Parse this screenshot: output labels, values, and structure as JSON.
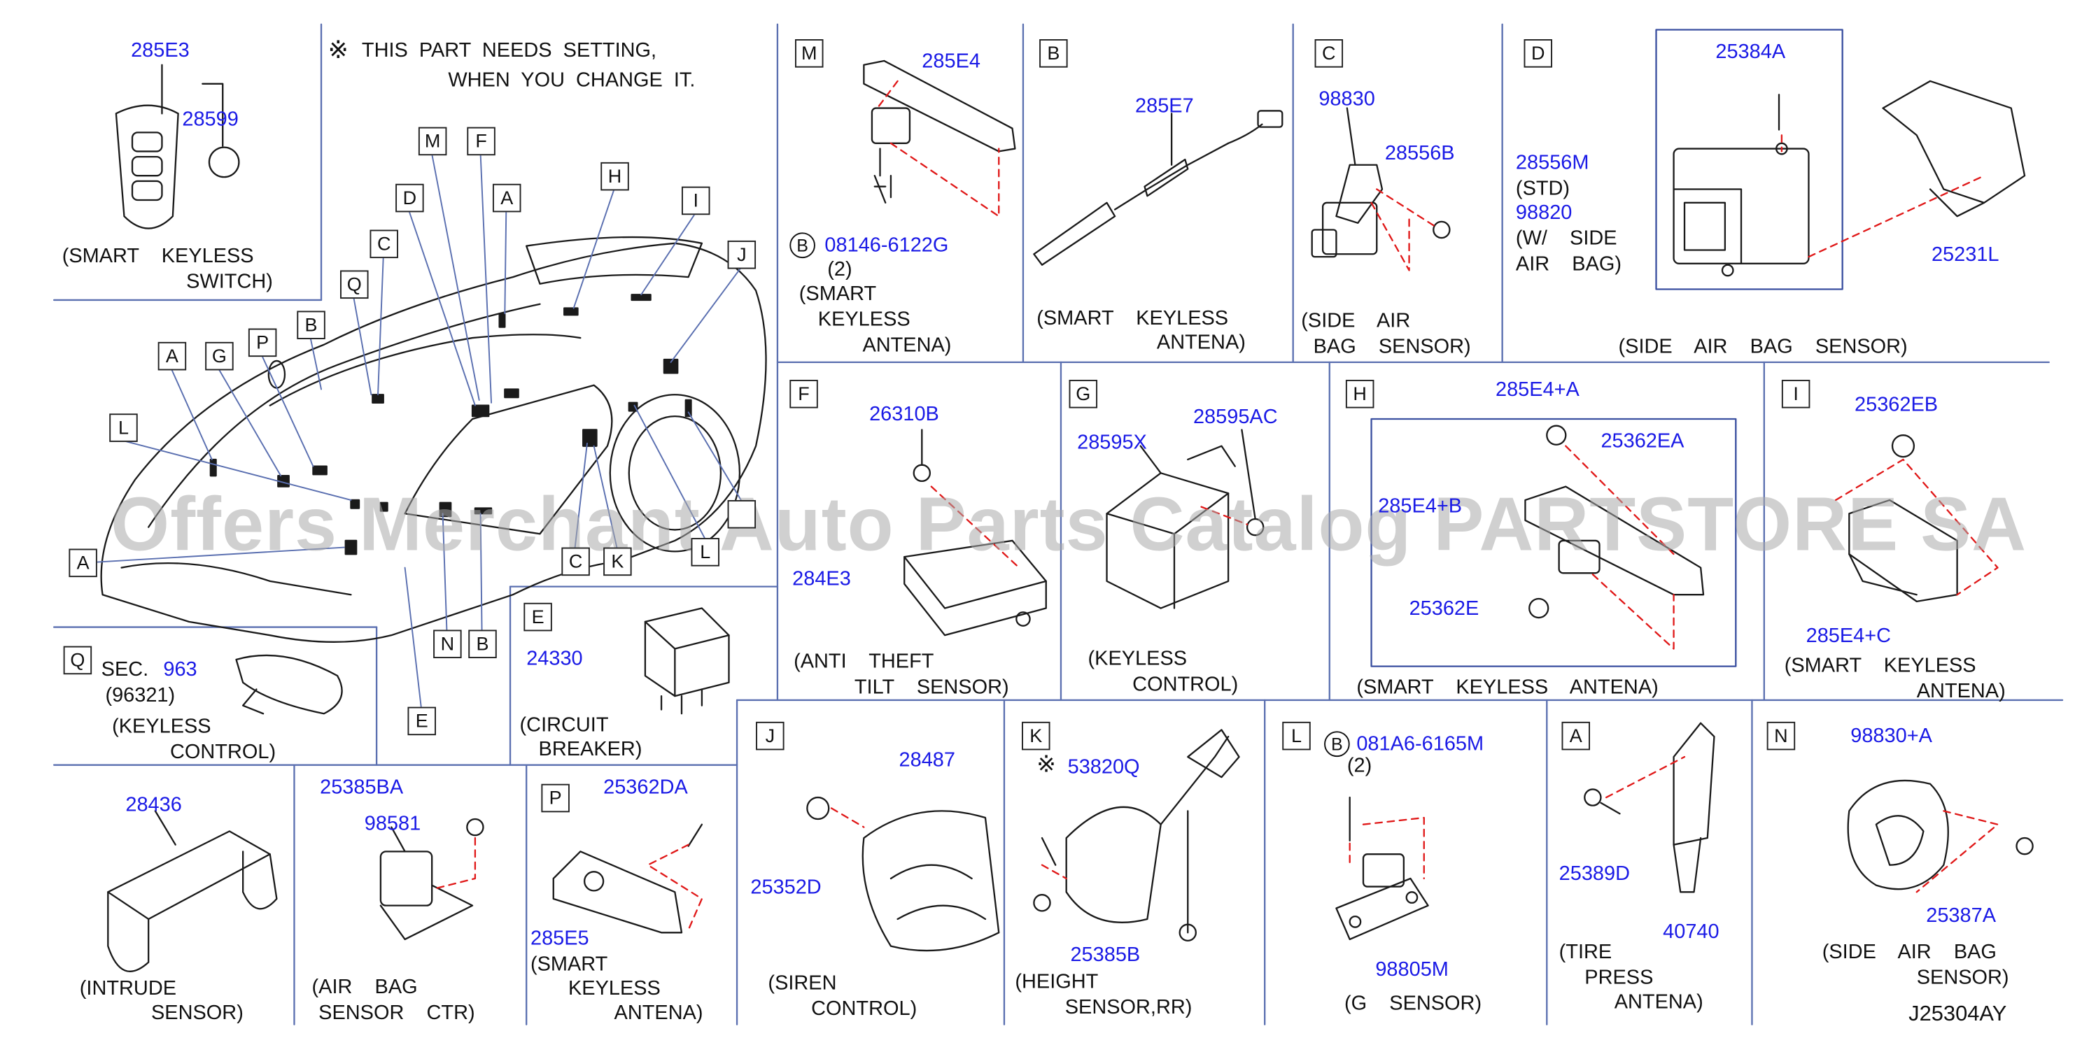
{
  "note": {
    "symbol": "※",
    "line1": "THIS  PART  NEEDS  SETTING,",
    "line2": "WHEN  YOU  CHANGE  IT."
  },
  "watermark": "Offers Merchant Auto Parts Catalog PARTSTORE SA",
  "drawing_number": "J25304AY",
  "colors": {
    "part_number": "#1a1ae6",
    "text": "#111111",
    "grid": "#5a6fb0",
    "leader": "#e01818"
  },
  "car_callouts": [
    "M",
    "F",
    "D",
    "A",
    "H",
    "I",
    "C",
    "Q",
    "J",
    "B",
    "P",
    "G",
    "A",
    "L",
    "A",
    "N",
    "B",
    "C",
    "K",
    "L",
    "E"
  ],
  "panels": {
    "smart_keyless_switch": {
      "parts": [
        "285E3",
        "28599"
      ],
      "caption": [
        "(SMART    KEYLESS",
        "SWITCH)"
      ]
    },
    "M": {
      "letter": "M",
      "parts": [
        "285E4"
      ],
      "circled": "B",
      "bolt": "08146-6122G",
      "qty": "(2)",
      "caption": [
        "(SMART",
        "KEYLESS",
        "ANTENA)"
      ]
    },
    "B": {
      "letter": "B",
      "parts": [
        "285E7"
      ],
      "caption": [
        "(SMART    KEYLESS",
        "ANTENA)"
      ]
    },
    "C": {
      "letter": "C",
      "parts": [
        "98830",
        "28556B"
      ],
      "caption": [
        "(SIDE    AIR",
        "BAG    SENSOR)"
      ]
    },
    "D": {
      "letter": "D",
      "parts": [
        "25384A",
        "28556M",
        "(STD)",
        "98820",
        "(W/    SIDE",
        "AIR    BAG)",
        "25231L"
      ],
      "caption": [
        "(SIDE    AIR    BAG    SENSOR)"
      ]
    },
    "F": {
      "letter": "F",
      "parts": [
        "26310B",
        "284E3"
      ],
      "caption": [
        "(ANTI    THEFT",
        "TILT    SENSOR)"
      ]
    },
    "G": {
      "letter": "G",
      "parts": [
        "28595X",
        "28595AC"
      ],
      "caption": [
        "(KEYLESS",
        "CONTROL)"
      ]
    },
    "H": {
      "letter": "H",
      "parts": [
        "285E4+A",
        "25362EA",
        "285E4+B",
        "25362E"
      ],
      "caption": [
        "(SMART    KEYLESS    ANTENA)"
      ]
    },
    "I": {
      "letter": "I",
      "parts": [
        "25362EB",
        "285E4+C"
      ],
      "caption": [
        "(SMART    KEYLESS",
        "ANTENA)"
      ]
    },
    "Q": {
      "letter": "Q",
      "sec": "SEC.",
      "sec_num": "963",
      "sub": "(96321)",
      "caption": [
        "(KEYLESS",
        "CONTROL)"
      ]
    },
    "E": {
      "letter": "E",
      "parts": [
        "24330"
      ],
      "caption": [
        "(CIRCUIT",
        "BREAKER)"
      ]
    },
    "intrude": {
      "parts": [
        "28436"
      ],
      "caption": [
        "(INTRUDE",
        "SENSOR)"
      ]
    },
    "airbag_ctr": {
      "parts": [
        "25385BA",
        "98581"
      ],
      "caption": [
        "(AIR    BAG",
        "SENSOR    CTR)"
      ]
    },
    "P": {
      "letter": "P",
      "parts": [
        "25362DA",
        "285E5"
      ],
      "caption": [
        "(SMART",
        "KEYLESS",
        "ANTENA)"
      ]
    },
    "J": {
      "letter": "J",
      "parts": [
        "28487",
        "25352D"
      ],
      "caption": [
        "(SIREN",
        "CONTROL)"
      ]
    },
    "K": {
      "letter": "K",
      "symbol": "※",
      "parts": [
        "53820Q",
        "25385B"
      ],
      "caption": [
        "(HEIGHT",
        "SENSOR,RR)"
      ]
    },
    "L": {
      "letter": "L",
      "circled": "B",
      "bolt": "081A6-6165M",
      "qty": "(2)",
      "parts": [
        "98805M"
      ],
      "caption": [
        "(G    SENSOR)"
      ]
    },
    "A": {
      "letter": "A",
      "parts": [
        "25389D",
        "40740"
      ],
      "caption": [
        "(TIRE",
        "PRESS",
        "ANTENA)"
      ]
    },
    "N": {
      "letter": "N",
      "parts": [
        "98830+A",
        "25387A"
      ],
      "caption": [
        "(SIDE    AIR    BAG",
        "SENSOR)"
      ]
    }
  }
}
